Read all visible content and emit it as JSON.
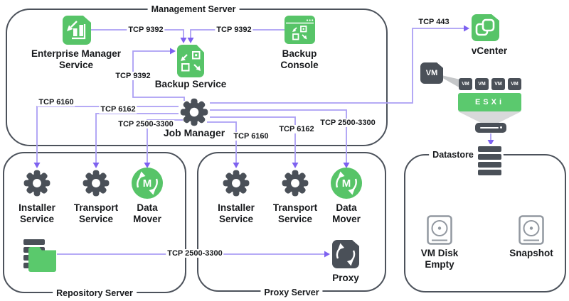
{
  "colors": {
    "green": "#57c468",
    "dark_slate": "#4a5058",
    "line_purple": "#ab9ff4",
    "arrow_purple": "#7d61f0",
    "box_border": "#4c525b",
    "text": "#17191c",
    "funnel_gray": "#d8d9da"
  },
  "boxes": {
    "management": {
      "label": "Management Server"
    },
    "repository": {
      "label": "Repository Server"
    },
    "proxy": {
      "label": "Proxy Server"
    },
    "datastore": {
      "label": "Datastore"
    }
  },
  "nodes": {
    "enterprise_manager": {
      "label": "Enterprise Manager Service"
    },
    "backup_service": {
      "label": "Backup Service"
    },
    "backup_console": {
      "label": "Backup Console"
    },
    "job_manager": {
      "label": "Job Manager"
    },
    "vcenter": {
      "label": "vCenter"
    },
    "repo_installer": {
      "label": "Installer Service"
    },
    "repo_transport": {
      "label": "Transport Service"
    },
    "repo_data_mover": {
      "label": "Data Mover",
      "icon_letter": "M"
    },
    "proxy_installer": {
      "label": "Installer Service"
    },
    "proxy_transport": {
      "label": "Transport Service"
    },
    "proxy_data_mover": {
      "label": "Data Mover",
      "icon_letter": "M"
    },
    "proxy_node": {
      "label": "Proxy"
    },
    "vm_host": {
      "label": "VM"
    },
    "vm_guests": [
      "VM",
      "VM",
      "VM",
      "VM"
    ],
    "esxi": {
      "label": "ESXi"
    },
    "vm_disk": {
      "label": "VM Disk Empty"
    },
    "snapshot": {
      "label": "Snapshot"
    }
  },
  "connections": {
    "em_to_backup_service": {
      "label": "TCP 9392"
    },
    "console_to_backup_service": {
      "label": "TCP 9392"
    },
    "job_manager_to_backup_service": {
      "label": "TCP 9392"
    },
    "backup_service_to_vcenter": {
      "label": "TCP 443"
    },
    "jm_to_repo_installer": {
      "label": "TCP 6160"
    },
    "jm_to_repo_transport": {
      "label": "TCP 6162"
    },
    "jm_to_repo_data_mover": {
      "label": "TCP 2500-3300"
    },
    "jm_to_proxy_installer": {
      "label": "TCP 6160"
    },
    "jm_to_proxy_transport": {
      "label": "TCP 6162"
    },
    "jm_to_proxy_data_mover": {
      "label": "TCP 2500-3300"
    },
    "repository_to_proxy": {
      "label": "TCP 2500-3300"
    }
  }
}
